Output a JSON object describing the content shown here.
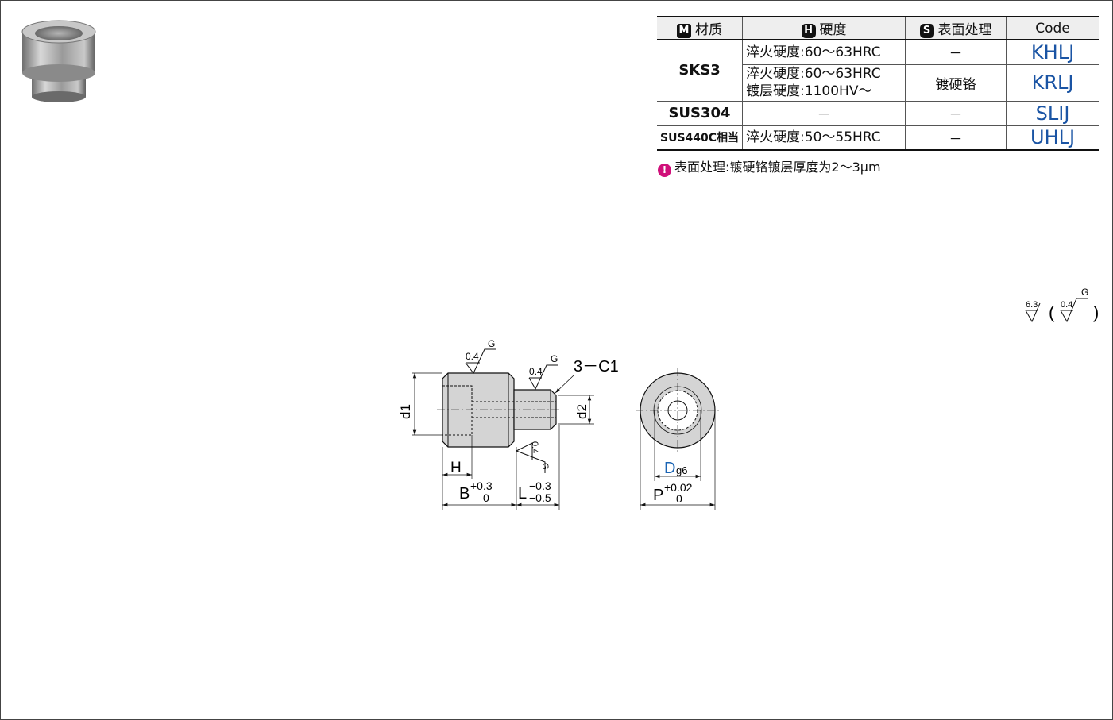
{
  "spec_table": {
    "headers": {
      "material": {
        "badge": "M",
        "label": "材质"
      },
      "hardness": {
        "badge": "H",
        "label": "硬度"
      },
      "surface": {
        "badge": "S",
        "label": "表面处理"
      },
      "code": "Code"
    },
    "rows": [
      {
        "material": "SKS3",
        "hardness": "淬火硬度:60～63HRC",
        "surface": "－",
        "code": "KHLJ"
      },
      {
        "hardness_line1": "淬火硬度:60～63HRC",
        "hardness_line2": "镀层硬度:1100HV～",
        "surface": "镀硬铬",
        "code": "KRLJ"
      },
      {
        "material": "SUS304",
        "hardness": "－",
        "surface": "－",
        "code": "SLIJ"
      },
      {
        "material": "SUS440C相当",
        "hardness": "淬火硬度:50～55HRC",
        "surface": "－",
        "code": "UHLJ"
      }
    ]
  },
  "note": {
    "icon": "exclamation-icon",
    "label": "表面处理",
    "text": ":镀硬铬镀层厚度为2～3μm"
  },
  "roughness_legend": {
    "general": "6.3",
    "specific": "0.4",
    "grind": "G"
  },
  "drawing": {
    "chamfer": "3－C1",
    "roughness_value": "0.4",
    "grind_mark": "G",
    "d1": "d1",
    "d2": "d2",
    "h": "H",
    "b_label": "B",
    "b_tol_upper": "+0.3",
    "b_tol_lower": "0",
    "l_label": "L",
    "l_tol_upper": "−0.3",
    "l_tol_lower": "−0.5",
    "d_label": "D",
    "d_fit": "g6",
    "p_label": "P",
    "p_tol_upper": "+0.02",
    "p_tol_lower": "0",
    "colors": {
      "dim_blue": "#1a64b4",
      "shade": "#d4d4d4"
    }
  }
}
